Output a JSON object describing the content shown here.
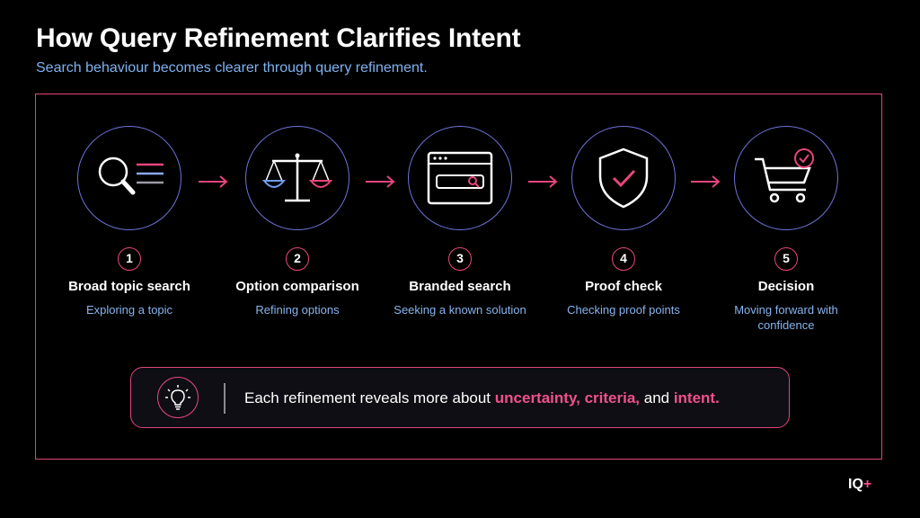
{
  "header": {
    "title": "How Query Refinement Clarifies Intent",
    "subtitle": "Search behaviour becomes clearer through query refinement."
  },
  "steps": [
    {
      "number": "1",
      "title": "Broad topic search",
      "description": "Exploring a topic",
      "icon": "magnifier-with-lines-icon"
    },
    {
      "number": "2",
      "title": "Option comparison",
      "description": "Refining options",
      "icon": "balance-scale-icon"
    },
    {
      "number": "3",
      "title": "Branded search",
      "description": "Seeking a known solution",
      "icon": "browser-search-icon"
    },
    {
      "number": "4",
      "title": "Proof check",
      "description": "Checking proof points",
      "icon": "shield-check-icon"
    },
    {
      "number": "5",
      "title": "Decision",
      "description": "Moving forward with confidence",
      "icon": "cart-check-icon"
    }
  ],
  "callout": {
    "icon": "lightbulb-icon",
    "lead": "Each refinement reveals more about ",
    "highlight1": "uncertainty, criteria,",
    "middle": " and ",
    "highlight2": "intent."
  },
  "logo": {
    "text": "IQ",
    "plus": "+"
  },
  "colors": {
    "accent": "#e8457f",
    "circle": "#6f72d8",
    "description": "#88b4ee",
    "background": "#000000"
  }
}
